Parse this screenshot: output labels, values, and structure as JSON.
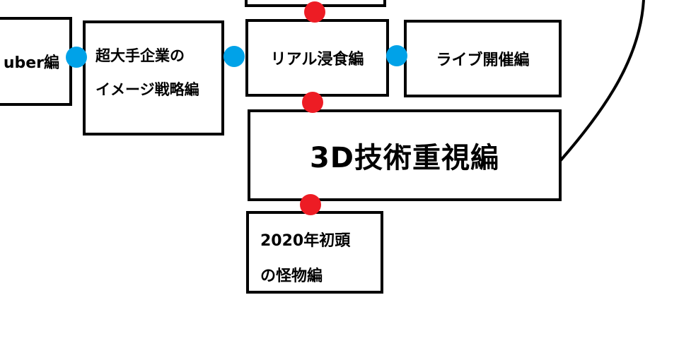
{
  "diagram": {
    "nodes": {
      "top": {
        "label": ""
      },
      "vtuber": {
        "label": "uber編"
      },
      "corporate_image": {
        "lines": [
          "超大手企業の",
          "イメージ戦略編"
        ]
      },
      "real_erosion": {
        "label": "リアル浸食編"
      },
      "live_event": {
        "label": "ライブ開催編"
      },
      "tech_3d": {
        "label": "3D技術重視編"
      },
      "monster_2020": {
        "lines": [
          "2020年初頭",
          "の怪物編"
        ]
      }
    },
    "colors": {
      "horizontal_connector": "#00a2e8",
      "vertical_connector": "#ed1c24",
      "border": "#000000",
      "background": "#ffffff"
    }
  }
}
